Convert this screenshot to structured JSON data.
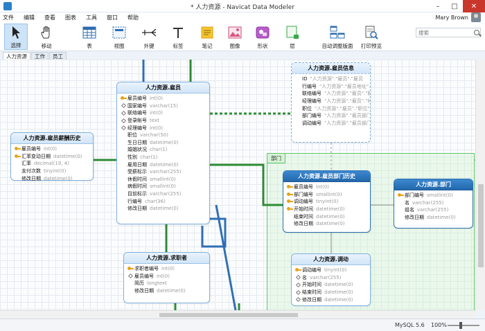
{
  "window": {
    "title": "* 人力资源 - Navicat Data Modeler",
    "minimize": "–",
    "maximize": "□",
    "close": "✕"
  },
  "menu": {
    "items": [
      "文件",
      "编辑",
      "查看",
      "图表",
      "工具",
      "窗口",
      "帮助"
    ]
  },
  "user": {
    "name": "Mary Brown"
  },
  "toolbar": {
    "select": "选择",
    "move": "移动",
    "table": "表",
    "view": "视图",
    "fk": "外键",
    "label": "标签",
    "note": "笔记",
    "image": "图像",
    "shape": "形状",
    "layer": "层",
    "autolayout": "自动调整版面",
    "print": "打印预览"
  },
  "search": {
    "placeholder": "搜索"
  },
  "tabs": [
    "人力资源",
    "工作",
    "员工"
  ],
  "layer": {
    "label": "部门"
  },
  "status": {
    "db": "MySQL 5.6",
    "zoom": "100%",
    "zoom_fraction": 0.4
  },
  "entities": {
    "employee": {
      "title": "人力资源.雇员",
      "fields": [
        {
          "k": "key",
          "n": "雇员编号",
          "t": "int(0)"
        },
        {
          "k": "dia",
          "n": "国家编号",
          "t": "varchar(15)"
        },
        {
          "k": "dia",
          "n": "联络编号",
          "t": "int(0)"
        },
        {
          "k": "dia",
          "n": "登录帐号",
          "t": "text"
        },
        {
          "k": "dia",
          "n": "经理编号",
          "t": "int(0)"
        },
        {
          "k": "",
          "n": "职位",
          "t": "varchar(50)"
        },
        {
          "k": "",
          "n": "生日日期",
          "t": "datetime(0)"
        },
        {
          "k": "",
          "n": "婚姻状况",
          "t": "char(1)"
        },
        {
          "k": "",
          "n": "性别",
          "t": "char(1)"
        },
        {
          "k": "",
          "n": "雇用日期",
          "t": "datetime(0)"
        },
        {
          "k": "",
          "n": "受薪标示",
          "t": "varchar(255)"
        },
        {
          "k": "",
          "n": "休假时间",
          "t": "smallint(0)"
        },
        {
          "k": "",
          "n": "病假时间",
          "t": "smallint(0)"
        },
        {
          "k": "",
          "n": "目前标示",
          "t": "varchar(255)"
        },
        {
          "k": "",
          "n": "行编号",
          "t": "char(36)"
        },
        {
          "k": "",
          "n": "修改日期",
          "t": "datetime(0)"
        }
      ]
    },
    "salary": {
      "title": "人力资源.雇员薪酬历史",
      "fields": [
        {
          "k": "key",
          "n": "雇员编号",
          "t": "int(0)"
        },
        {
          "k": "key",
          "n": "汇率变动日期",
          "t": "datetime(0)"
        },
        {
          "k": "",
          "n": "汇率",
          "t": "decimal(19, 4)"
        },
        {
          "k": "",
          "n": "支付次数",
          "t": "tinyint(0)"
        },
        {
          "k": "",
          "n": "修改日期",
          "t": "datetime(0)"
        }
      ]
    },
    "info": {
      "title": "人力资源.雇员信息",
      "fields": [
        {
          "k": "",
          "n": "ID",
          "t": "\"人力资源\".\"雇员\".\"雇员"
        },
        {
          "k": "",
          "n": "行编号",
          "t": "\"人力资源\".\"雇员地址\".\""
        },
        {
          "k": "",
          "n": "联络编号",
          "t": "\"人力资源\".\"雇员\".\"联"
        },
        {
          "k": "",
          "n": "经理编号",
          "t": "\"人力资源\".\"雇员\".\"经"
        },
        {
          "k": "",
          "n": "职位",
          "t": "\"人力资源\".\"雇员\".\"职位\""
        },
        {
          "k": "",
          "n": "部门编号",
          "t": "\"人力资源\".\"雇员部门\""
        },
        {
          "k": "",
          "n": "调动编号",
          "t": "\"人力资源\".\"雇员部门\""
        }
      ]
    },
    "dept_history": {
      "title": "人力资源.雇员部门历史",
      "fields": [
        {
          "k": "key",
          "n": "雇员编号",
          "t": "int(0)"
        },
        {
          "k": "key",
          "n": "部门编号",
          "t": "smallint(0)"
        },
        {
          "k": "key",
          "n": "调动编号",
          "t": "tinyint(0)"
        },
        {
          "k": "key",
          "n": "开始时间",
          "t": "datetime(0)"
        },
        {
          "k": "",
          "n": "结束时间",
          "t": "datetime(0)"
        },
        {
          "k": "",
          "n": "修改日期",
          "t": "datetime(0)"
        }
      ]
    },
    "dept": {
      "title": "人力资源.部门",
      "fields": [
        {
          "k": "key",
          "n": "部门编号",
          "t": "smallint(0)"
        },
        {
          "k": "",
          "n": "名",
          "t": "varchar(255)"
        },
        {
          "k": "",
          "n": "组名",
          "t": "varchar(255)"
        },
        {
          "k": "",
          "n": "修改日期",
          "t": "datetime(0)"
        }
      ]
    },
    "candidate": {
      "title": "人力资源.求职者",
      "fields": [
        {
          "k": "key",
          "n": "求职者编号",
          "t": "int(0)"
        },
        {
          "k": "dia",
          "n": "雇员编号",
          "t": "int(0)"
        },
        {
          "k": "",
          "n": "简历",
          "t": "longtext"
        },
        {
          "k": "",
          "n": "修改日期",
          "t": "datetime(0)"
        }
      ]
    },
    "transfer": {
      "title": "人力资源.调动",
      "fields": [
        {
          "k": "key",
          "n": "调动编号",
          "t": "tinyint(0)"
        },
        {
          "k": "dia",
          "n": "名",
          "t": "varchar(255)"
        },
        {
          "k": "dia",
          "n": "开始时间",
          "t": "datetime(0)"
        },
        {
          "k": "dia",
          "n": "结束时间",
          "t": "datetime(0)"
        },
        {
          "k": "dia",
          "n": "修改日期",
          "t": "datetime(0)"
        }
      ]
    }
  }
}
